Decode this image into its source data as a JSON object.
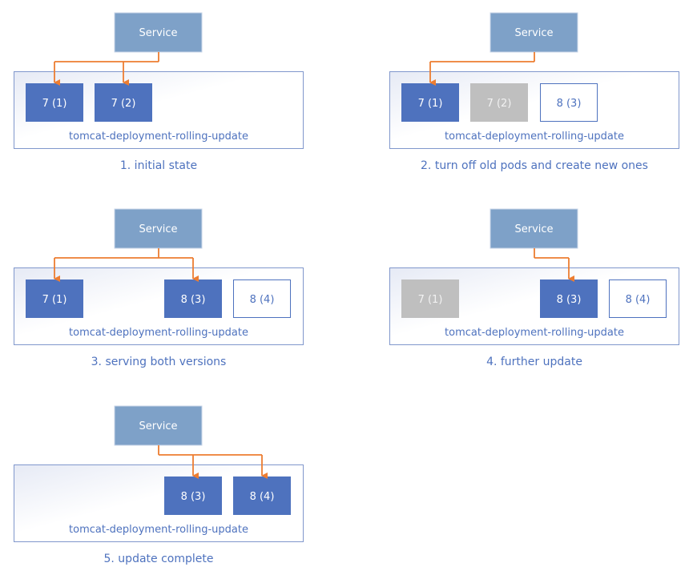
{
  "colors": {
    "service_fill": "#7ea1c8",
    "pod_running": "#4e72be",
    "pod_terminated": "#bfbfbf",
    "pod_new_border": "#4e72be",
    "arrow": "#ed7d31",
    "deployment_border": "#8097cc",
    "text_blue": "#4e72be"
  },
  "panels": [
    {
      "service": "Service",
      "deployment": "tomcat-deployment-rolling-update",
      "caption": "1. initial state",
      "pods": [
        {
          "label": "7 (1)",
          "slot": 0,
          "state": "running"
        },
        {
          "label": "7 (2)",
          "slot": 1,
          "state": "running"
        }
      ],
      "routes_to_slots": [
        0,
        1
      ]
    },
    {
      "service": "Service",
      "deployment": "tomcat-deployment-rolling-update",
      "caption": "2. turn off old pods and create new ones",
      "pods": [
        {
          "label": "7 (1)",
          "slot": 0,
          "state": "running"
        },
        {
          "label": "7 (2)",
          "slot": 1,
          "state": "terminated"
        },
        {
          "label": "8 (3)",
          "slot": 2,
          "state": "new"
        }
      ],
      "routes_to_slots": [
        0
      ]
    },
    {
      "service": "Service",
      "deployment": "tomcat-deployment-rolling-update",
      "caption": "3. serving both versions",
      "pods": [
        {
          "label": "7 (1)",
          "slot": 0,
          "state": "running"
        },
        {
          "label": "8 (3)",
          "slot": 2,
          "state": "running"
        },
        {
          "label": "8 (4)",
          "slot": 3,
          "state": "new"
        }
      ],
      "routes_to_slots": [
        0,
        2
      ]
    },
    {
      "service": "Service",
      "deployment": "tomcat-deployment-rolling-update",
      "caption": "4. further update",
      "pods": [
        {
          "label": "7 (1)",
          "slot": 0,
          "state": "terminated"
        },
        {
          "label": "8 (3)",
          "slot": 2,
          "state": "running"
        },
        {
          "label": "8 (4)",
          "slot": 3,
          "state": "new"
        }
      ],
      "routes_to_slots": [
        2
      ]
    },
    {
      "service": "Service",
      "deployment": "tomcat-deployment-rolling-update",
      "caption": "5. update complete",
      "pods": [
        {
          "label": "8 (3)",
          "slot": 2,
          "state": "running"
        },
        {
          "label": "8 (4)",
          "slot": 3,
          "state": "running"
        }
      ],
      "routes_to_slots": [
        2,
        3
      ]
    }
  ]
}
